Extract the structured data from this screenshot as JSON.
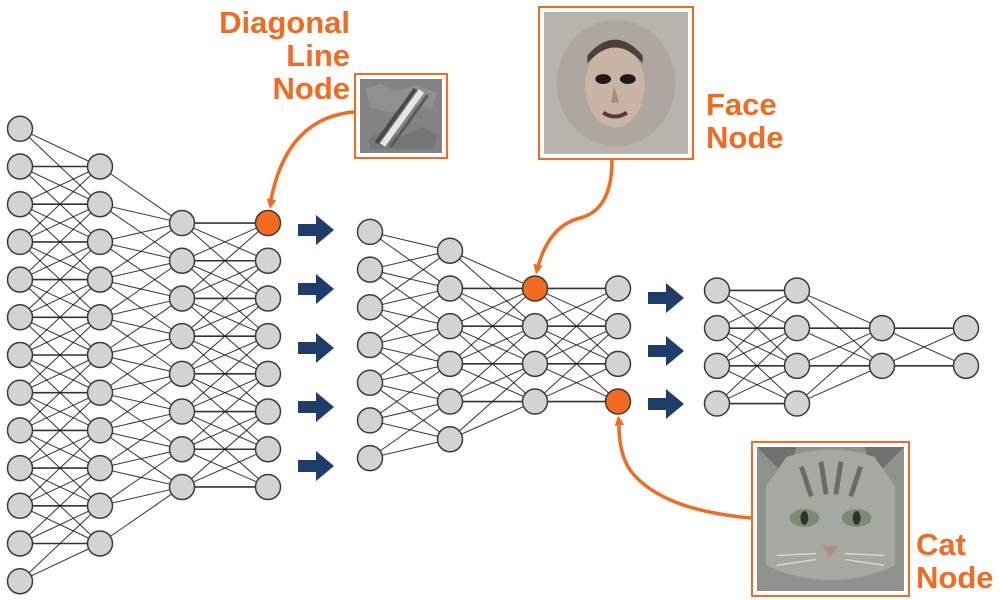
{
  "colors": {
    "accent": "#f26b21",
    "node_fill": "#d3d3d3",
    "node_stroke": "#3a3a3a",
    "edge": "#111111",
    "arrow": "#1f3d6b"
  },
  "labels": {
    "diagonal_line": [
      "Diagonal",
      "Line",
      "Node"
    ],
    "face": [
      "Face",
      "Node"
    ],
    "cat": [
      "Cat",
      "Node"
    ]
  },
  "network": {
    "stage_1_layer_sizes": [
      13,
      11,
      8,
      8
    ],
    "stage_2_layer_sizes": [
      7,
      6,
      4,
      4
    ],
    "stage_3_layer_sizes": [
      4,
      4,
      2,
      2
    ],
    "highlighted_nodes": [
      {
        "feature": "diagonal-line",
        "stage": 1,
        "layer": 4,
        "index": 1
      },
      {
        "feature": "face",
        "stage": 2,
        "layer": 3,
        "index": 1
      },
      {
        "feature": "cat",
        "stage": 2,
        "layer": 4,
        "index": 4
      }
    ]
  },
  "flow_arrows": {
    "after_stage_1": 5,
    "after_stage_2": 3
  }
}
